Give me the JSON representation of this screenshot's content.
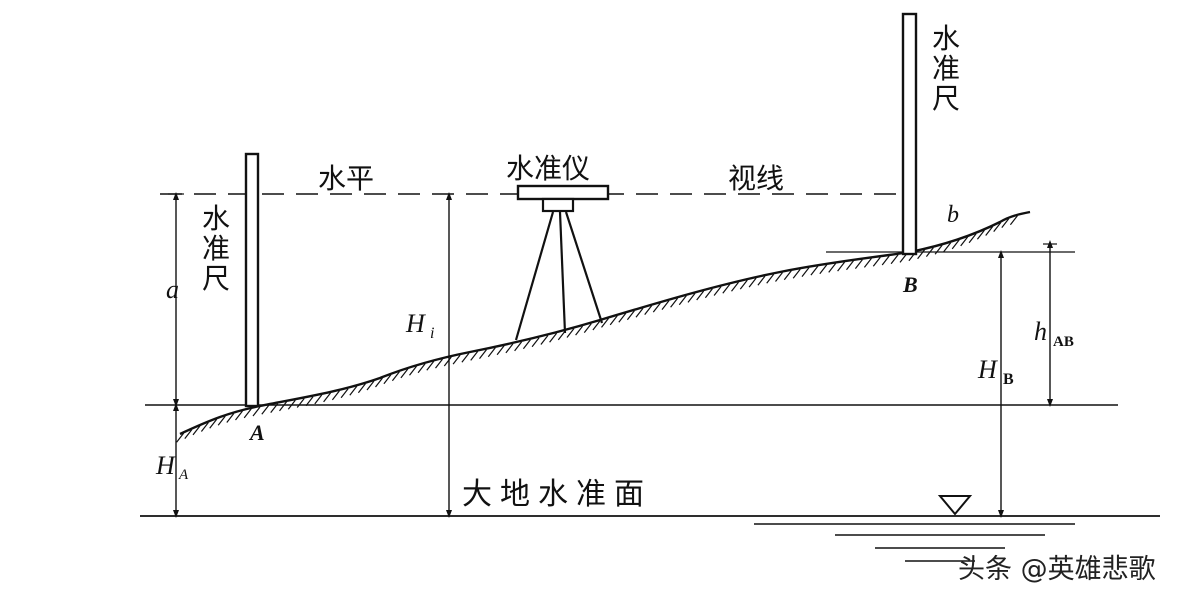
{
  "labels": {
    "rod_left": [
      "水",
      "准",
      "尺"
    ],
    "rod_right": [
      "水",
      "准",
      "尺"
    ],
    "sight_left": "水平",
    "instrument": "水准仪",
    "sight_right": "视线",
    "a": "a",
    "b": "b",
    "Hi_main": "H",
    "Hi_sub": "i",
    "HA_main": "H",
    "HA_sub": "A",
    "HB_main": "H",
    "HB_sub": "B",
    "hAB_main": "h",
    "hAB_sub": "AB",
    "point_A": "A",
    "point_B": "B",
    "datum": "大地水准面"
  },
  "watermark": "头条 @英雄悲歌"
}
